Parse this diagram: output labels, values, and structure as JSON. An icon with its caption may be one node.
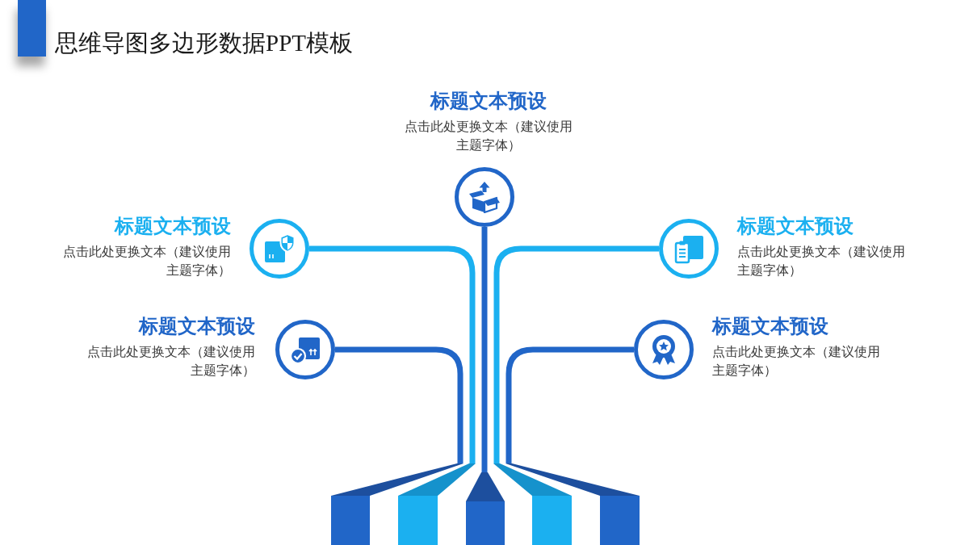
{
  "diagram": {
    "title": "思维导图多边形数据PPT模板",
    "nodes": [
      {
        "text": [],
        "shape": "circle",
        "beside": [
          "标题文本预设",
          "点击此处更换文本（建议使用主题字体）"
        ]
      },
      {
        "text": [],
        "shape": "circle",
        "beside": [
          "标题文本预设",
          "点击此处更换文本（建议使用主题字体）"
        ]
      },
      {
        "text": [],
        "shape": "circle",
        "beside": [
          "标题文本预设",
          "点击此处更换文本（建议使用主题字体）"
        ]
      },
      {
        "text": [],
        "shape": "circle",
        "beside": [
          "标题文本预设",
          "点击此处更换文本（建议使用主题字体）"
        ]
      },
      {
        "text": [],
        "shape": "circle",
        "beside": [
          "标题文本预设",
          "点击此处更换文本（建议使用主题字体）"
        ]
      },
      {
        "text": [],
        "shape": "bar"
      },
      {
        "text": [],
        "shape": "bar"
      },
      {
        "text": [],
        "shape": "bar"
      },
      {
        "text": [],
        "shape": "bar"
      },
      {
        "text": [],
        "shape": "bar"
      }
    ],
    "edges": [
      {
        "from": 5,
        "to": 3,
        "arrow": "none"
      },
      {
        "from": 6,
        "to": 1,
        "arrow": "none",
        "color": "#1bb0f0"
      },
      {
        "from": 7,
        "to": 0,
        "arrow": "none"
      },
      {
        "from": 8,
        "to": 2,
        "arrow": "none",
        "color": "#1bb0f0"
      },
      {
        "from": 9,
        "to": 4,
        "arrow": "none"
      }
    ]
  }
}
